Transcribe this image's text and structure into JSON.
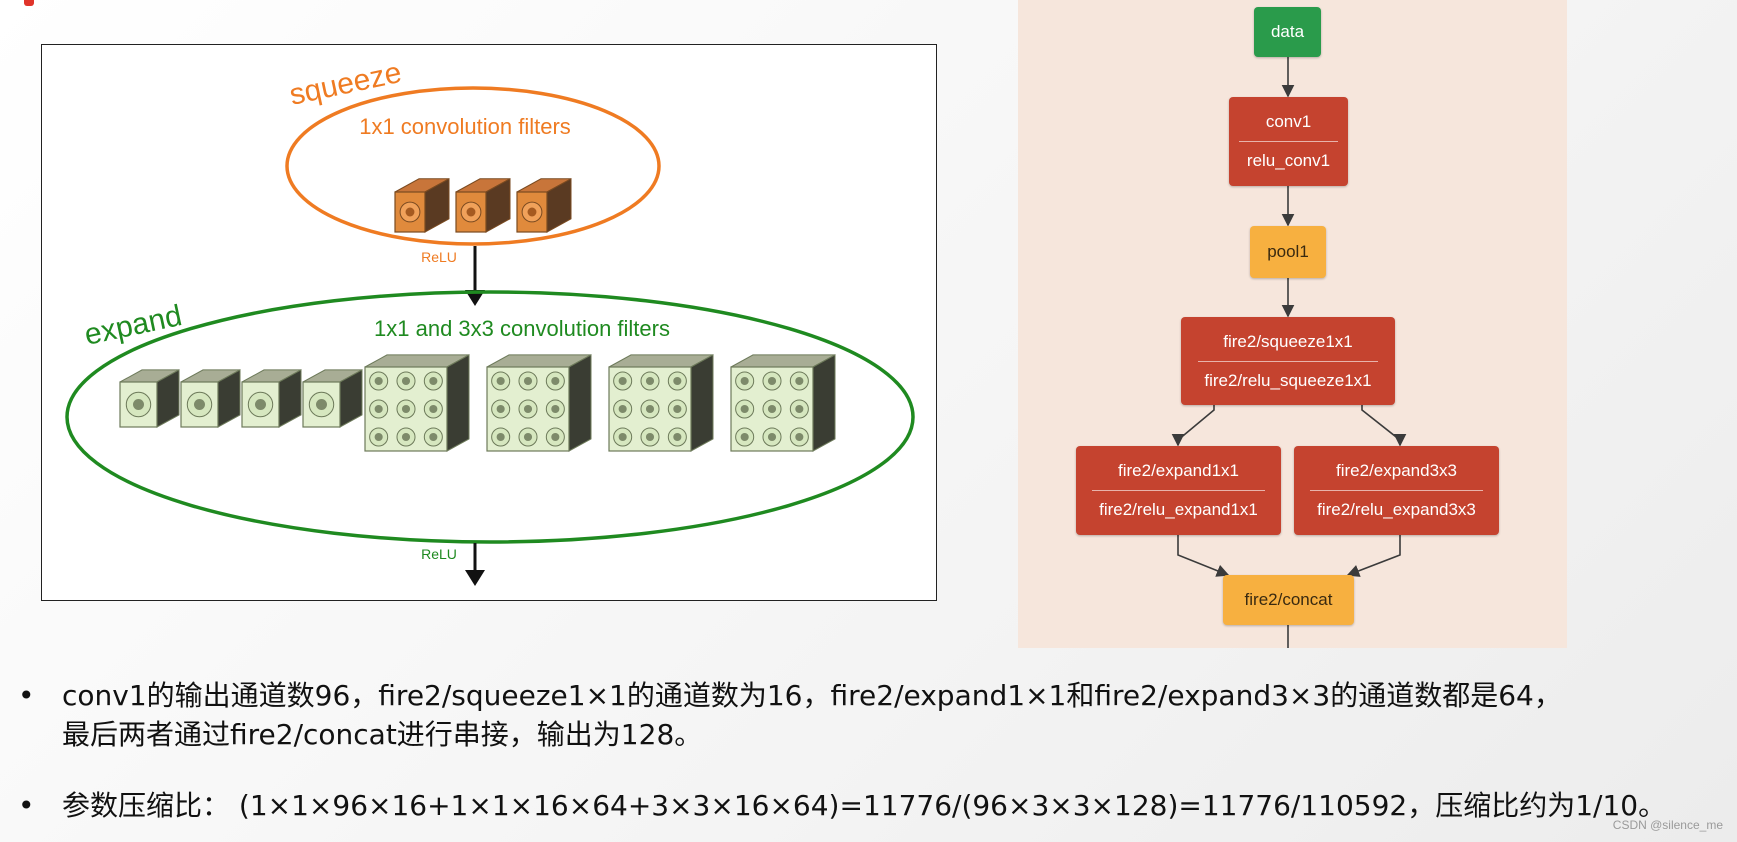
{
  "fire_module": {
    "squeeze_title": "squeeze",
    "squeeze_caption": "1x1 convolution filters",
    "relu_top": "ReLU",
    "expand_title": "expand",
    "expand_caption": "1x1 and 3x3 convolution filters",
    "relu_bottom": "ReLU",
    "squeeze_filter_count": 3,
    "expand_1x1_count": 4,
    "expand_3x3_count": 4
  },
  "graph": {
    "nodes": {
      "data": "data",
      "conv1": "conv1",
      "relu_conv1": "relu_conv1",
      "pool1": "pool1",
      "squeeze": "fire2/squeeze1x1",
      "relu_squeeze": "fire2/relu_squeeze1x1",
      "expand1": "fire2/expand1x1",
      "relu_expand1": "fire2/relu_expand1x1",
      "expand3": "fire2/expand3x3",
      "relu_expand3": "fire2/relu_expand3x3",
      "concat": "fire2/concat"
    },
    "colors": {
      "input": "#2a9b4b",
      "layer": "#c5432f",
      "pool": "#f7b040"
    }
  },
  "bullets": {
    "marker": "•",
    "b1_line1": "conv1的输出通道数96，fire2/squeeze1×1的通道数为16，fire2/expand1×1和fire2/expand3×3的通道数都是64，",
    "b1_line2": "最后两者通过fire2/concat进行串接，输出为128。",
    "b2": "参数压缩比： (1×1×96×16+1×1×16×64+3×3×16×64)=11776/(96×3×3×128)=11776/110592，压缩比约为1/10。"
  },
  "watermark": "CSDN @silence_me"
}
